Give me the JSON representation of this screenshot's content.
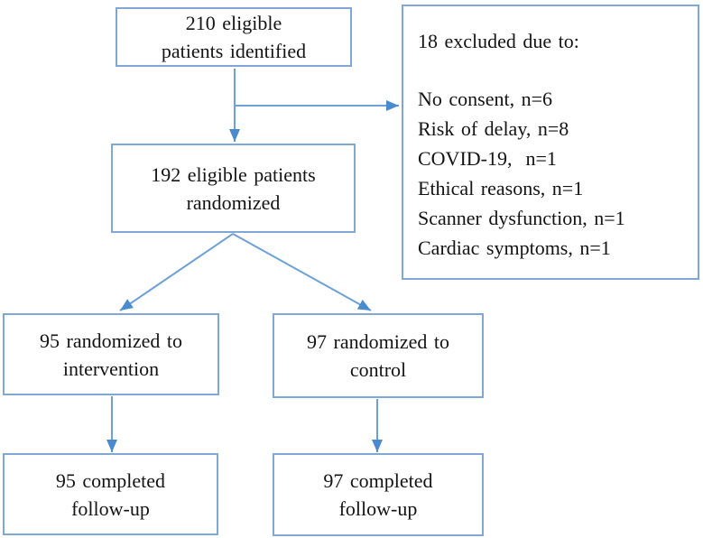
{
  "diagram": {
    "box_identified": {
      "line1": "210 eligible",
      "line2": "patients identified"
    },
    "box_excluded": {
      "title": "18 excluded due to:",
      "reasons": [
        "No consent, n=6",
        "Risk of delay, n=8",
        "COVID-19,  n=1",
        "Ethical reasons, n=1",
        "Scanner dysfunction, n=1",
        "Cardiac symptoms, n=1"
      ]
    },
    "box_randomized": {
      "line1": "192 eligible patients",
      "line2": "randomized"
    },
    "box_intervention": {
      "line1": "95 randomized to",
      "line2": "intervention"
    },
    "box_control": {
      "line1": "97 randomized to",
      "line2": "control"
    },
    "box_intervention_followup": {
      "line1": "95 completed",
      "line2": "follow-up"
    },
    "box_control_followup": {
      "line1": "97 completed",
      "line2": "follow-up"
    },
    "colors": {
      "box_border": "#7FA8D6",
      "arrow_line": "#6CA0D8",
      "arrow_head": "#4A8BD0",
      "text": "#141414"
    }
  }
}
